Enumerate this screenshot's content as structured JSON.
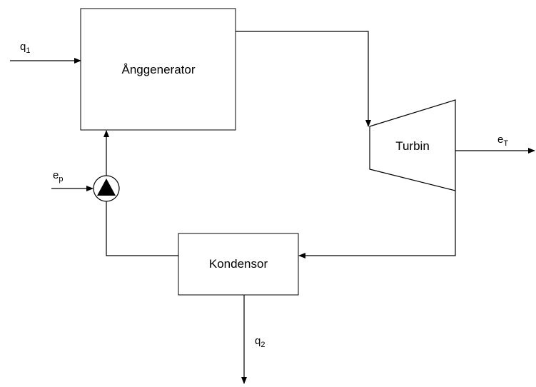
{
  "diagram": {
    "boiler_label": "Ånggenerator",
    "turbine_label": "Turbin",
    "condenser_label": "Kondensor",
    "heat_in": {
      "base": "q",
      "sub": "1"
    },
    "heat_out": {
      "base": "q",
      "sub": "2"
    },
    "turbine_work": {
      "base": "e",
      "sub": "T"
    },
    "pump_work": {
      "base": "e",
      "sub": "p"
    }
  },
  "colors": {
    "line": "#000000",
    "background": "#ffffff"
  },
  "icons": {
    "pump": "pump-circle-triangle-icon"
  }
}
